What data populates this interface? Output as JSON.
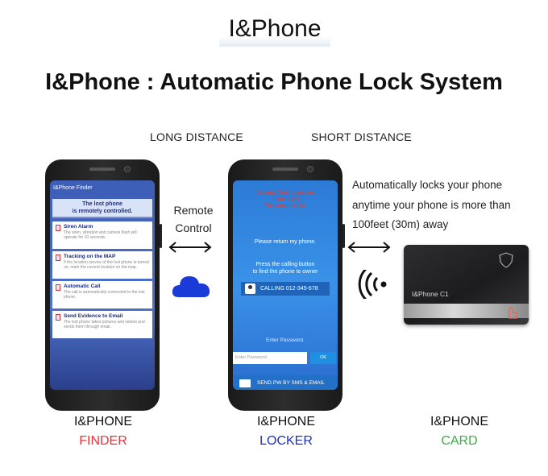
{
  "brand": "I&Phone",
  "headline": "I&Phone : Automatic Phone Lock System",
  "distances": {
    "long": "LONG DISTANCE",
    "short": "SHORT DISTANCE"
  },
  "remote_label": [
    "Remote",
    "Control"
  ],
  "description": [
    "Automatically  locks your phone",
    "anytime your phone is more than",
    "100feet (30m) away"
  ],
  "finder": {
    "app_title": "I&Phone Finder",
    "banner": [
      "The lost phone",
      "is remotely controlled."
    ],
    "items": [
      {
        "title": "Siren Alarm",
        "desc": "The siren, vibration and camera flash will operate for 10 seconds."
      },
      {
        "title": "Tracking on the MAP",
        "desc": "If the location service of the lost phone is turned on, mark the current location on the map."
      },
      {
        "title": "Automatic Call",
        "desc": "The call is automatically connected to the lost phone."
      },
      {
        "title": "Send Evidence to Email",
        "desc": "The lost phone takes pictures and videos and sends them through email."
      }
    ]
  },
  "locker": {
    "warning": [
      "Security Theft protection",
      "mode is ON",
      "The camera is ON"
    ],
    "return_msg": "Please return my phone.",
    "call_msg": [
      "Press the calling button",
      "to find the phone to owner"
    ],
    "call_label": "CALLING  012-345-678",
    "enter_password": "Enter Password.",
    "password_placeholder": "Enter Password.",
    "ok_label": "OK",
    "sms_label": "SEND PW BY SMS & EMAIL"
  },
  "card": {
    "logo_text": "I&Phone C1"
  },
  "labels": [
    {
      "line1": "I&PHONE",
      "line2": "FINDER"
    },
    {
      "line1": "I&PHONE",
      "line2": "LOCKER"
    },
    {
      "line1": "I&PHONE",
      "line2": "CARD"
    }
  ],
  "colors": {
    "finder": "#e8343a",
    "locker": "#1e2fc4",
    "card": "#3cae45",
    "cloud": "#1a3bd8"
  }
}
